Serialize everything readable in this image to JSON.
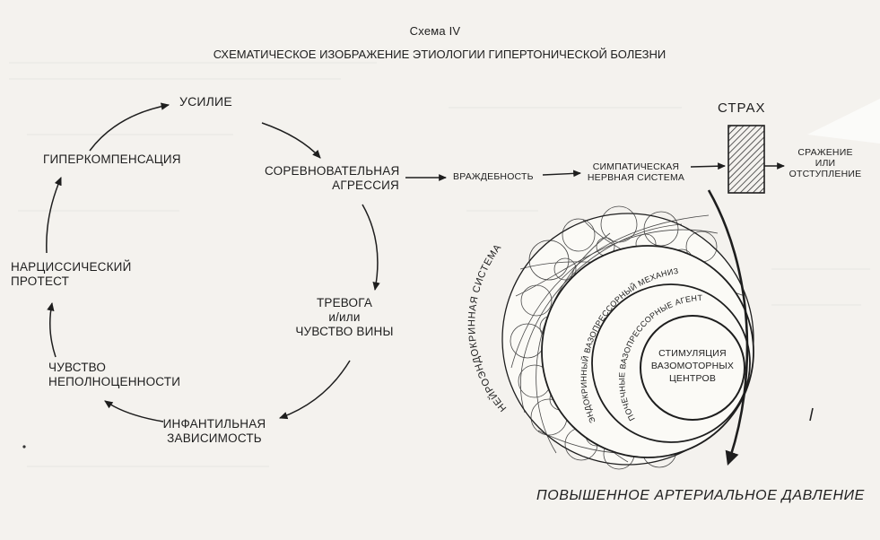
{
  "header": {
    "scheme_number": "Схема IV",
    "subtitle": "СХЕМАТИЧЕСКОЕ ИЗОБРАЖЕНИЕ ЭТИОЛОГИИ ГИПЕРТОНИЧЕСКОЙ БОЛЕЗНИ"
  },
  "cycle": {
    "effort": "УСИЛИЕ",
    "competitive_aggression": [
      "СОРЕВНОВАТЕЛЬНАЯ",
      "АГРЕССИЯ"
    ],
    "anxiety": [
      "ТРЕВОГА",
      "и/или",
      "ЧУВСТВО ВИНЫ"
    ],
    "infantile_dependence": [
      "ИНФАНТИЛЬНАЯ",
      "ЗАВИСИМОСТЬ"
    ],
    "inferiority": [
      "ЧУВСТВО",
      "НЕПОЛНОЦЕННОСТИ"
    ],
    "narcissistic_protest": [
      "НАРЦИССИЧЕСКИЙ",
      "ПРОТЕСТ"
    ],
    "hypercompensation": "ГИПЕРКОМПЕНСАЦИЯ"
  },
  "chain": {
    "hostility": "ВРАЖДЕБНОСТЬ",
    "sympathetic": [
      "СИМПАТИЧЕСКАЯ",
      "НЕРВНАЯ СИСТЕМА"
    ],
    "fear": "СТРАХ",
    "fight_or_flight": [
      "СРАЖЕНИЕ",
      "ИЛИ",
      "ОТСТУПЛЕНИЕ"
    ]
  },
  "sphere": {
    "neuroendocrine": "НЕЙРОЭНДОКРИННАЯ СИСТЕМА",
    "renal_mechanism": "ЭНДОКРИННЫЙ ВАЗОПРЕССОРНЫЙ МЕХАНИЗМ",
    "renal_agents": "ПОЧЕЧНЫЕ ВАЗОПРЕССОРНЫЕ АГЕНТЫ",
    "stimulation": [
      "СТИМУЛЯЦИЯ",
      "ВАЗОМОТОРНЫХ",
      "ЦЕНТРОВ"
    ]
  },
  "outcome": "ПОВЫШЕННОЕ АРТЕРИАЛЬНОЕ ДАВЛЕНИЕ",
  "colors": {
    "ink": "#1e1e1e",
    "paper": "#f4f2ee"
  }
}
